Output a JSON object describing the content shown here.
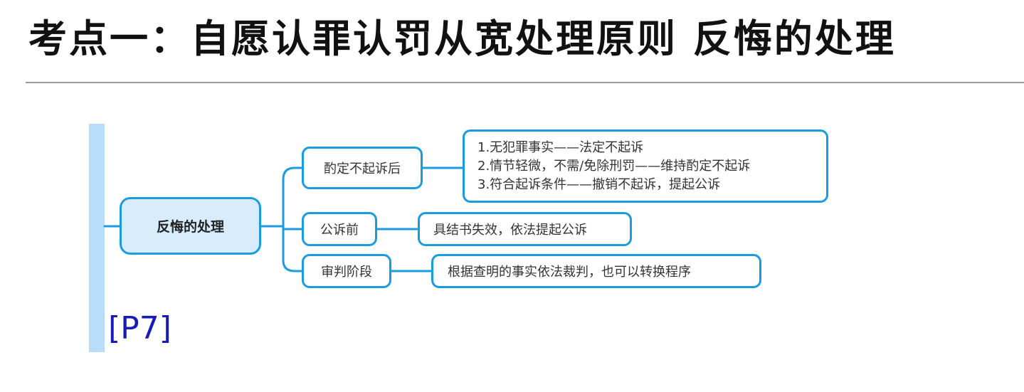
{
  "title": "考点一：自愿认罪认罚从宽处理原则 反悔的处理",
  "page_ref": "[P7]",
  "colors": {
    "accent": "#1b9be0",
    "root_fill": "#d8ecfc",
    "side_bar": "#b9dcf8",
    "page_ref": "#1a1ab4"
  },
  "mindmap": {
    "root": "反悔的处理",
    "branches": [
      {
        "label": "酌定不起诉后",
        "details": [
          "1.无犯罪事实——法定不起诉",
          "2.情节轻微，不需/免除刑罚——维持酌定不起诉",
          "3.符合起诉条件——撤销不起诉，提起公诉"
        ]
      },
      {
        "label": "公诉前",
        "details": [
          "具结书失效，依法提起公诉"
        ]
      },
      {
        "label": "审判阶段",
        "details": [
          "根据查明的事实依法裁判，也可以转换程序"
        ]
      }
    ]
  }
}
